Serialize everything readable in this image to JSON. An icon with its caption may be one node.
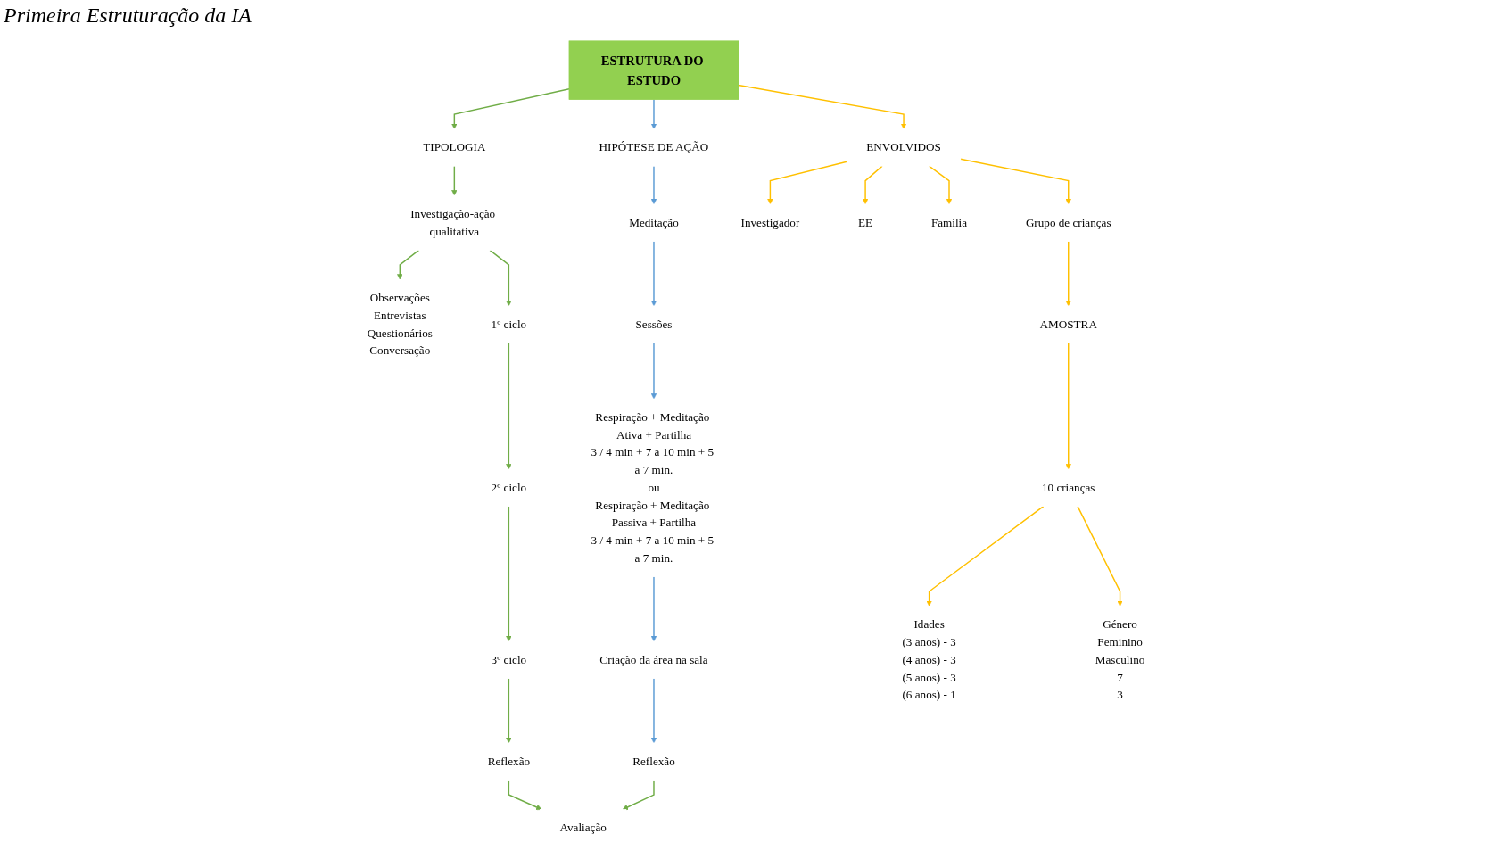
{
  "diagram": {
    "title": "Primeira Estruturação da IA",
    "nodes": [
      {
        "text": [
          "ESTRUTURA DO ESTUDO"
        ]
      },
      {
        "text": [
          "TIPOLOGIA"
        ]
      },
      {
        "text": [
          "HIPÓTESE DE AÇÃO"
        ]
      },
      {
        "text": [
          "ENVOLVIDOS"
        ]
      },
      {
        "text": [
          "Investigação-ação qualitativa"
        ]
      },
      {
        "text": [
          "Observações",
          "Entrevistas",
          "Questionários",
          "Conversação"
        ]
      },
      {
        "text": [
          "Meditação"
        ]
      },
      {
        "text": [
          "Sessões"
        ]
      },
      {
        "text": [
          "Respiração + Meditação Ativa + Partilha",
          "3 / 4 min + 7 a 10 min + 5 a 7 min.",
          "ou",
          "Respiração + Meditação Passiva + Partilha",
          "3 / 4 min + 7 a 10 min + 5 a 7 min."
        ]
      },
      {
        "text": [
          "Criação da área na sala"
        ]
      },
      {
        "text": [
          "Reflexão"
        ]
      },
      {
        "text": [
          "1º ciclo"
        ]
      },
      {
        "text": [
          "2º ciclo"
        ]
      },
      {
        "text": [
          "3º ciclo"
        ]
      },
      {
        "text": [
          "Reflexão"
        ]
      },
      {
        "text": [
          "Avaliação"
        ]
      },
      {
        "text": [
          "Investigador"
        ]
      },
      {
        "text": [
          "EE"
        ]
      },
      {
        "text": [
          "Família"
        ]
      },
      {
        "text": [
          "Grupo de crianças"
        ]
      },
      {
        "text": [
          "AMOSTRA"
        ]
      },
      {
        "text": [
          "10 crianças"
        ]
      },
      {
        "text": [
          "Idades",
          "(3 anos) - 3",
          "(4 anos) - 3",
          "(5 anos) - 3",
          "(6 anos) - 1"
        ]
      },
      {
        "text": [
          "Género",
          "Feminino",
          "Masculino",
          "7",
          "3"
        ]
      }
    ],
    "edges": [
      {
        "from": 0,
        "to": 1,
        "arrow": "to",
        "color": "#70ad47"
      },
      {
        "from": 0,
        "to": 2,
        "arrow": "to",
        "color": "#5b9bd5"
      },
      {
        "from": 0,
        "to": 3,
        "arrow": "to",
        "color": "#ffc000"
      },
      {
        "from": 1,
        "to": 4,
        "arrow": "to",
        "color": "#70ad47"
      },
      {
        "from": 4,
        "to": 5,
        "arrow": "to",
        "color": "#70ad47"
      },
      {
        "from": 4,
        "to": 11,
        "arrow": "to",
        "color": "#70ad47"
      },
      {
        "from": 11,
        "to": 12,
        "arrow": "to",
        "color": "#70ad47"
      },
      {
        "from": 12,
        "to": 13,
        "arrow": "to",
        "color": "#70ad47"
      },
      {
        "from": 13,
        "to": 14,
        "arrow": "to",
        "color": "#70ad47"
      },
      {
        "from": 14,
        "to": 15,
        "arrow": "to",
        "color": "#70ad47"
      },
      {
        "from": 2,
        "to": 6,
        "arrow": "to",
        "color": "#5b9bd5"
      },
      {
        "from": 6,
        "to": 7,
        "arrow": "to",
        "color": "#5b9bd5"
      },
      {
        "from": 7,
        "to": 8,
        "arrow": "to",
        "color": "#5b9bd5"
      },
      {
        "from": 8,
        "to": 9,
        "arrow": "to",
        "color": "#5b9bd5"
      },
      {
        "from": 9,
        "to": 10,
        "arrow": "to",
        "color": "#5b9bd5"
      },
      {
        "from": 10,
        "to": 15,
        "arrow": "to",
        "color": "#70ad47"
      },
      {
        "from": 3,
        "to": 16,
        "arrow": "to",
        "color": "#ffc000"
      },
      {
        "from": 3,
        "to": 17,
        "arrow": "to",
        "color": "#ffc000"
      },
      {
        "from": 3,
        "to": 18,
        "arrow": "to",
        "color": "#ffc000"
      },
      {
        "from": 3,
        "to": 19,
        "arrow": "to",
        "color": "#ffc000"
      },
      {
        "from": 19,
        "to": 20,
        "arrow": "to",
        "color": "#ffc000"
      },
      {
        "from": 20,
        "to": 21,
        "arrow": "to",
        "color": "#ffc000"
      },
      {
        "from": 21,
        "to": 22,
        "arrow": "to",
        "color": "#ffc000"
      },
      {
        "from": 21,
        "to": 23,
        "arrow": "to",
        "color": "#ffc000"
      }
    ]
  }
}
